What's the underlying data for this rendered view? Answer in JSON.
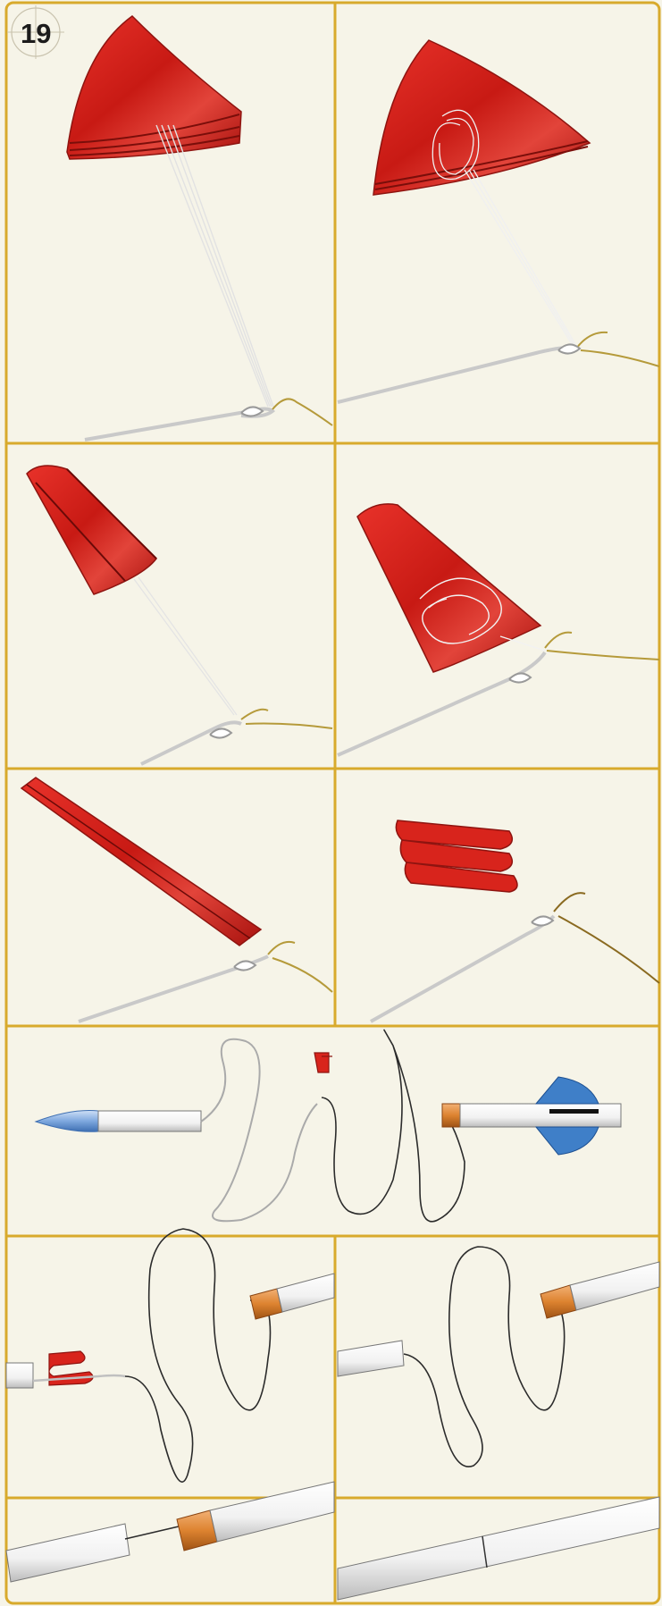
{
  "step": {
    "number": "19"
  },
  "colors": {
    "background": "#f6f4e8",
    "frame": "#d8aa2c",
    "chute_red": "#d8241c",
    "chute_dark": "#8e1410",
    "shock_cord": "#2b2b2b",
    "white_cord": "#bdbdbd",
    "kevlar": "#b59a3a",
    "coupler_orange": "#e08a3c",
    "nose_blue": "#6f9fd8",
    "fin_blue": "#3f7fc8"
  },
  "panels": [
    {
      "id": "chute-flat-canopy",
      "description_icon": "parachute-icon"
    },
    {
      "id": "chute-lines-gathered",
      "description_icon": "parachute-icon"
    },
    {
      "id": "chute-folded-half",
      "description_icon": "parachute-icon"
    },
    {
      "id": "chute-folded-lines-inside",
      "description_icon": "parachute-icon"
    },
    {
      "id": "chute-rolled",
      "description_icon": "parachute-icon"
    },
    {
      "id": "chute-z-folded",
      "description_icon": "parachute-icon"
    },
    {
      "id": "rocket-laid-out",
      "description_icon": "rocket-icon"
    },
    {
      "id": "insert-chute",
      "description_icon": "tube-icon"
    },
    {
      "id": "insert-cord",
      "description_icon": "tube-icon"
    },
    {
      "id": "join-tubes",
      "description_icon": "tube-icon"
    },
    {
      "id": "assembled",
      "description_icon": "tube-icon"
    }
  ]
}
